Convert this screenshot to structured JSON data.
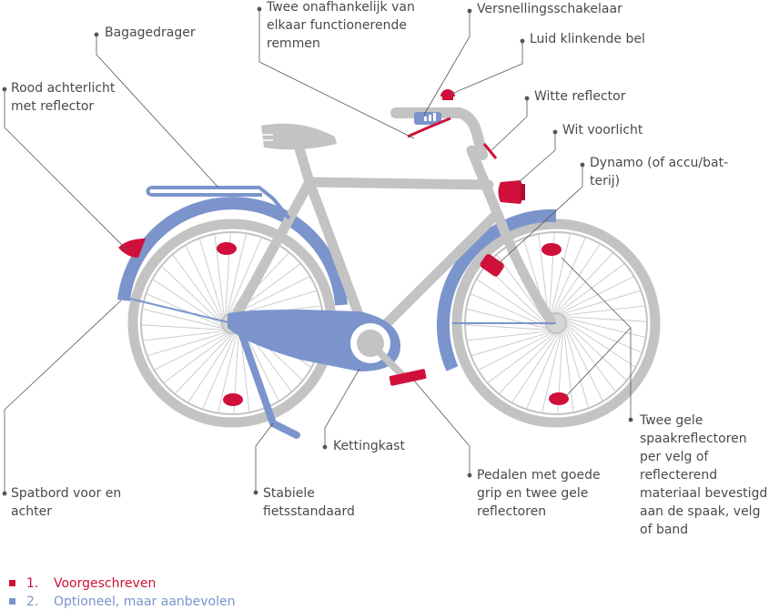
{
  "colors": {
    "required": "#d0103a",
    "optional": "#7b94cc",
    "frame": "#c3c3c3",
    "leader": "#555555",
    "text": "#4a4a4a"
  },
  "labels": {
    "brakes": "Twee onafhankelijk van\nelkaar functionerende\nremmen",
    "gear_shifter": "Versnellingsschakelaar",
    "bell": "Luid klinkende bel",
    "white_reflector": "Witte reflector",
    "front_light": "Wit voorlicht",
    "dynamo": "Dynamo (of accu/bat-\nterij)",
    "luggage_rack": "Bagagedrager",
    "rear_light": "Rood achterlicht\nmet reflector",
    "mudguards": "Spatbord voor en\nachter",
    "kickstand": "Stabiele\nfietsstandaard",
    "chain_guard": "Kettingkast",
    "pedals": "Pedalen met goede\ngrip en twee gele\nreflectoren",
    "spoke_reflectors": "Twee gele\nspaakreflectoren\nper velg of\nreflecterend\nmateriaal bevestigd\naan de spaak, velg\nof band"
  },
  "legend": [
    {
      "number": "1.",
      "text": "Voorgeschreven",
      "color": "#d0103a"
    },
    {
      "number": "2.",
      "text": "Optioneel, maar aanbevolen",
      "color": "#7b94cc"
    }
  ]
}
